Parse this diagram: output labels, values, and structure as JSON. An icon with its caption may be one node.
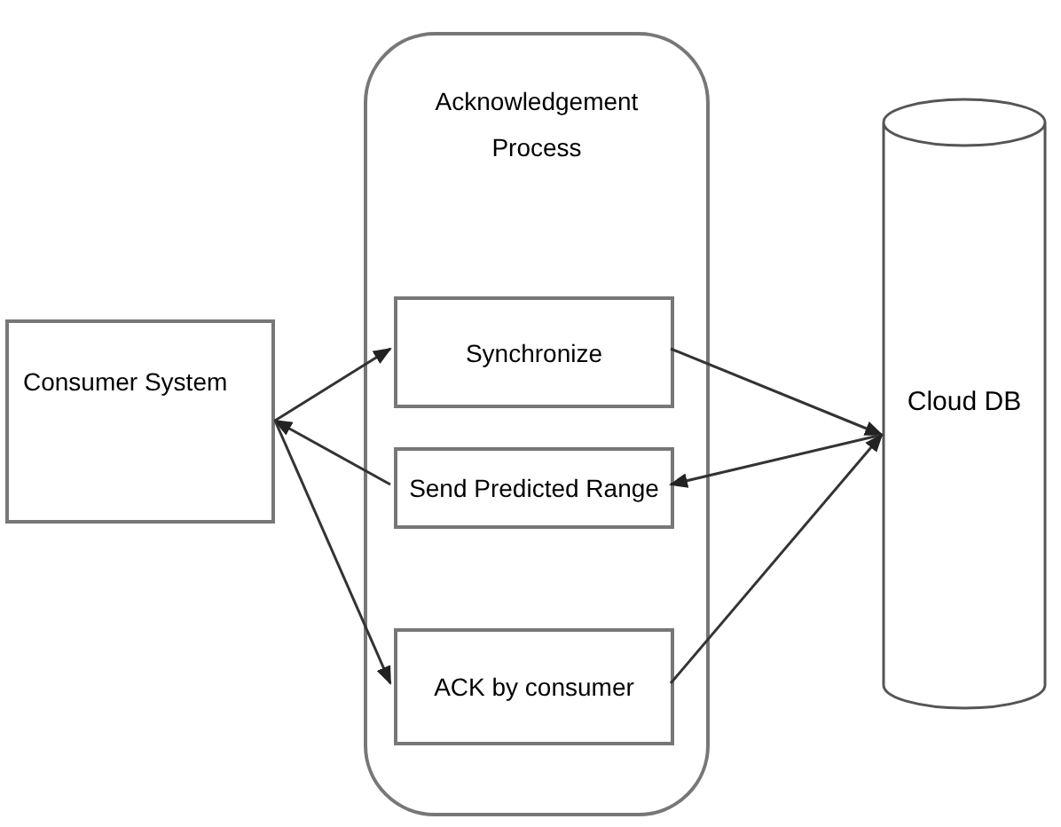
{
  "diagram": {
    "nodes": [
      {
        "text": [
          "Consumer System"
        ]
      },
      {
        "text": [
          "Acknowledgement Process"
        ]
      },
      {
        "text": [
          "Synchronize"
        ],
        "in": 1
      },
      {
        "text": [
          "Send Predicted Range"
        ],
        "in": 1
      },
      {
        "text": [
          "ACK by consumer"
        ],
        "in": 1
      },
      {
        "text": [
          "Cloud DB"
        ]
      }
    ],
    "edges": [
      {
        "from": 0,
        "to": 2,
        "arrow": "to"
      },
      {
        "from": 3,
        "to": 0,
        "arrow": "to"
      },
      {
        "from": 0,
        "to": 4,
        "arrow": "to"
      },
      {
        "from": 2,
        "to": 5,
        "arrow": "to"
      },
      {
        "from": 5,
        "to": 3,
        "arrow": "to"
      },
      {
        "from": 4,
        "to": 5,
        "arrow": "to"
      }
    ]
  }
}
